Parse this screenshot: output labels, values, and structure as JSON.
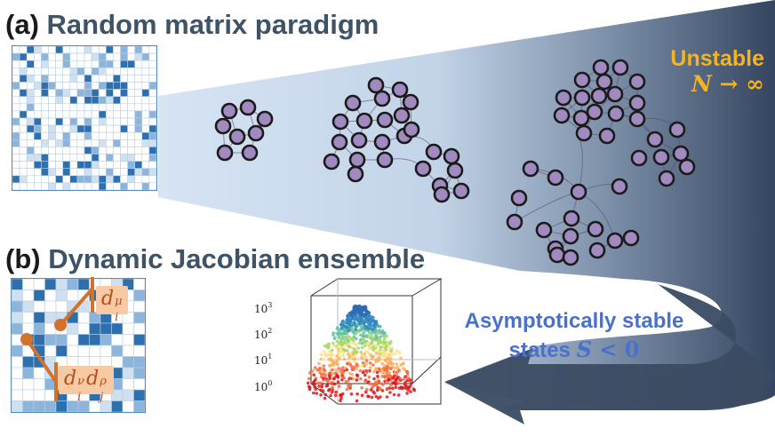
{
  "panel_a": {
    "tag": "(a)",
    "title": "Random matrix paradigm",
    "unstable_word": "Unstable",
    "unstable_math_var": "N",
    "unstable_math_rest": " → ∞"
  },
  "panel_b": {
    "tag": "(b)",
    "title": "Dynamic Jacobian ensemble",
    "stable_line1": "Asymptotically stable",
    "stable_line2_prefix": "states ",
    "stable_var": "S",
    "stable_rest": " < 0",
    "label_single": {
      "base": "d",
      "sup": "μ",
      "sub": "i"
    },
    "label_pair": {
      "base1": "d",
      "sup1": "ν",
      "sub1": "i",
      "base2": "d",
      "sup2": "ρ",
      "sub2": "j"
    },
    "plot_ticks": [
      "10",
      "10",
      "10",
      "10"
    ],
    "plot_tick_exponents": [
      "3",
      "2",
      "1",
      "0"
    ]
  },
  "colors": {
    "title_text": "#3e5366",
    "node_fill": "#a08ac0",
    "node_stroke": "#1b1b1b",
    "matrix_blue": "#2e6fae",
    "unstable_text": "#f4b323",
    "stable_text": "#4a71c9",
    "arrow_dark": "#37475e",
    "label_orange": "#d2722c"
  }
}
